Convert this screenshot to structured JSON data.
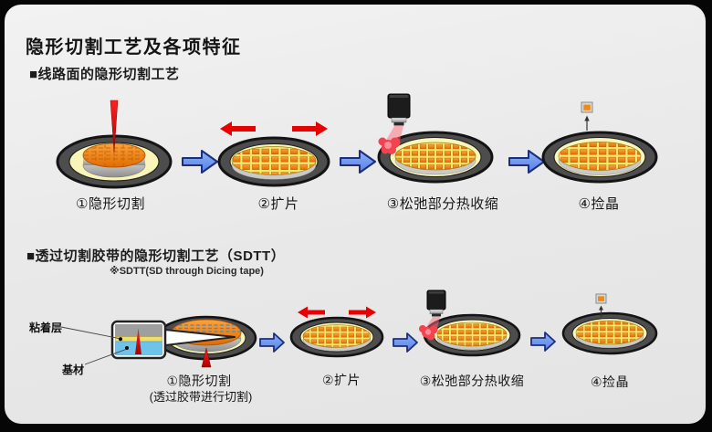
{
  "page": {
    "title": "隐形切割工艺及各项特征"
  },
  "section_top": {
    "heading": "■线路面的隐形切割工艺",
    "steps": [
      {
        "label": "①隐形切割"
      },
      {
        "label": "②扩片"
      },
      {
        "label": "③松弛部分热收缩"
      },
      {
        "label": "④捡晶"
      }
    ]
  },
  "section_bottom": {
    "heading": "■透过切割胶带的隐形切割工艺（SDTT）",
    "note": "※SDTT(SD through Dicing tape)",
    "callout": {
      "adhesive_label": "粘着层",
      "base_label": "基材"
    },
    "steps": [
      {
        "label": "①隐形切割",
        "sublabel": "(透过胶带进行切割)"
      },
      {
        "label": "②扩片"
      },
      {
        "label": "③松弛部分热收缩"
      },
      {
        "label": "④捡晶"
      }
    ]
  },
  "colors": {
    "panel_bg": "#e8e8e8",
    "outer_bg": "#060606",
    "wafer_orange": "#ef7d1a",
    "tape_yellow": "#f9f5b8",
    "lattice_yellow": "#f1e76c",
    "frame_ring_gray": "#4d4d4d",
    "laser_red": "#e60000",
    "arrow_blue": "#6d9bf2",
    "base_film_blue": "#6ec3ea",
    "adhesive_yellow": "#f0df66"
  }
}
